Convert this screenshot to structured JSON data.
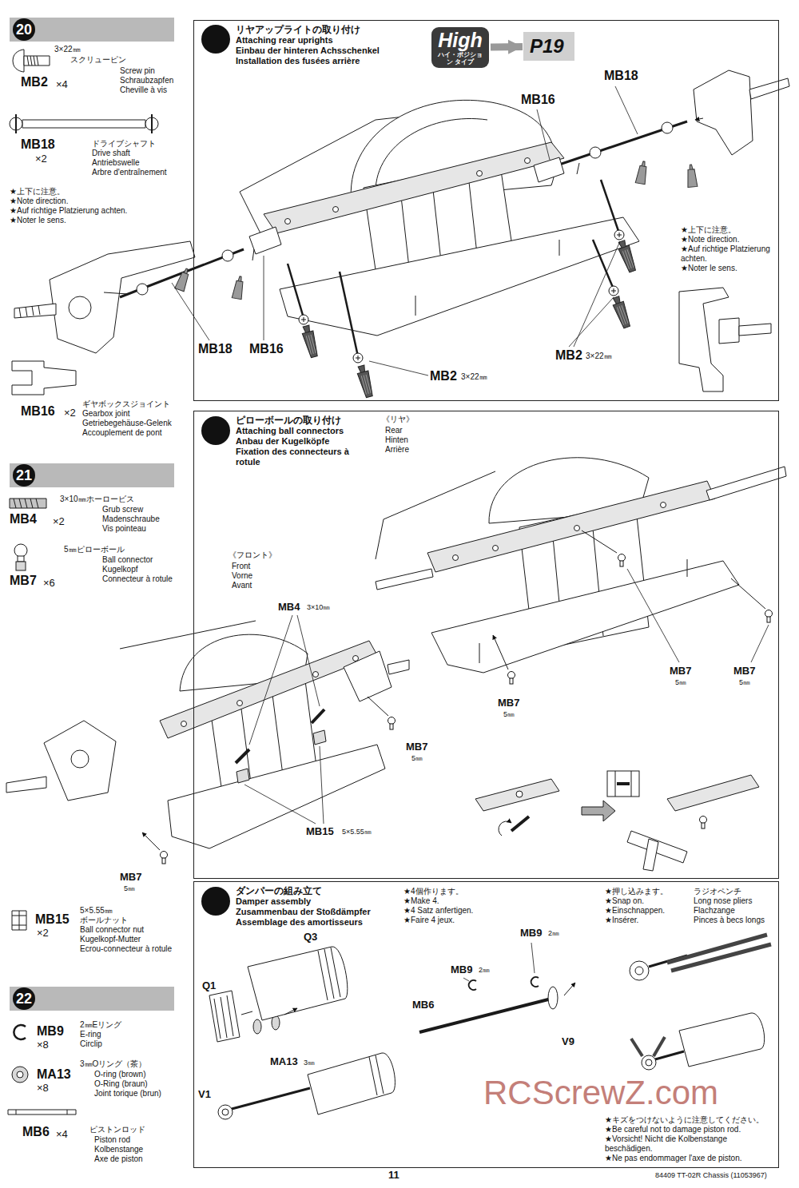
{
  "diagram": {
    "nodes": [
      {
        "text": [
          "20"
        ]
      },
      {
        "text": [
          "リヤアップライトの取り付け",
          "Attaching rear uprights",
          "Einbau der hinteren Achsschenkel",
          "Installation des fusées arrière"
        ]
      },
      {
        "text": [
          "20"
        ],
        "in": 1
      },
      {
        "text": [
          "High",
          "ハイ・ポジション タイプ"
        ],
        "in": 1
      },
      {
        "text": [
          "P19"
        ],
        "in": 1
      },
      {
        "text": [
          "21"
        ]
      },
      {
        "text": [
          "ピローボールの取り付け",
          "Attaching ball connectors",
          "Anbau der Kugelköpfe",
          "Fixation des connecteurs à rotule"
        ]
      },
      {
        "text": [
          "21"
        ],
        "in": 6
      },
      {
        "text": [
          "22"
        ]
      },
      {
        "text": [
          "ダンパーの組み立て",
          "Damper assembly",
          "Zusammenbau der Stoßdämpfer",
          "Assemblage des amortisseurs"
        ]
      },
      {
        "text": [
          "22"
        ],
        "in": 9
      }
    ],
    "edges": [
      {
        "from": 3,
        "to": 4,
        "arrow": "to"
      }
    ],
    "labels": [
      "3×22㎜",
      "スクリューピン",
      "Screw pin",
      "Schraubzapfen",
      "Cheville à vis",
      "MB2",
      "×4",
      "MB18",
      "×2",
      "ドライブシャフト",
      "Drive shaft",
      "Antriebswelle",
      "Arbre d'entraînement",
      "★上下に注意。",
      "★Note direction.",
      "★Auf richtige Platzierung achten.",
      "★Noter le sens.",
      "MB16",
      "×2",
      "ギヤボックスジョイント",
      "Gearbox joint",
      "Getriebegehäuse-Gelenk",
      "Accouplement de pont",
      "MB18",
      "MB16",
      "★上下に注意。",
      "★Note direction.",
      "★Auf richtige Platzierung achten.",
      "★Noter le sens.",
      "MB18",
      "MB16",
      "MB2",
      "3×22㎜",
      "MB2",
      "3×22㎜",
      "3×10㎜ホーロービス",
      "Grub screw",
      "Madenschraube",
      "Vis pointeau",
      "MB4",
      "×2",
      "5㎜ピローボール",
      "Ball connector",
      "Kugelkopf",
      "Connecteur à rotule",
      "MB7",
      "×6",
      "《リヤ》",
      "Rear",
      "Hinten",
      "Arrière",
      "MB7",
      "5㎜",
      "MB7",
      "5㎜",
      "MB7",
      "5㎜",
      "《フロント》",
      "Front",
      "Vorne",
      "Avant",
      "MB4",
      "3×10㎜",
      "MB7",
      "5㎜",
      "MB15",
      "5×5.55㎜",
      "MB7",
      "5㎜",
      "MB15",
      "×2",
      "5×5.55㎜",
      "ボールナット",
      "Ball connector nut",
      "Kugelkopf-Mutter",
      "Ecrou-connecteur à rotule",
      "MB9",
      "×8",
      "2㎜Eリング",
      "E-ring",
      "Circlip",
      "MA13",
      "×8",
      "3㎜Oリング（茶）",
      "O-ring (brown)",
      "O-Ring (braun)",
      "Joint torique (brun)",
      "MB6",
      "×4",
      "ピストンロッド",
      "Piston rod",
      "Kolbenstange",
      "Axe de piston",
      "★4個作ります。",
      "★Make 4.",
      "★4 Satz anfertigen.",
      "★Faire 4 jeux.",
      "★押し込みます。",
      "★Snap on.",
      "★Einschnappen.",
      "★Insérer.",
      "ラジオペンチ",
      "Long nose pliers",
      "Flachzange",
      "Pinces à becs longs",
      "Q3",
      "Q1",
      "MA13",
      "3㎜",
      "MB9",
      "2㎜",
      "MB9",
      "2㎜",
      "MB6",
      "V9",
      "V1",
      "★キズをつけないように注意してください。",
      "★Be careful not to damage piston rod.",
      "★Vorsicht! Nicht die Kolbenstange beschädigen.",
      "★Ne pas endommager l'axe de piston.",
      "11",
      "84409 TT-02R Chassis (11053967)",
      "RCScrewZ.com"
    ]
  }
}
